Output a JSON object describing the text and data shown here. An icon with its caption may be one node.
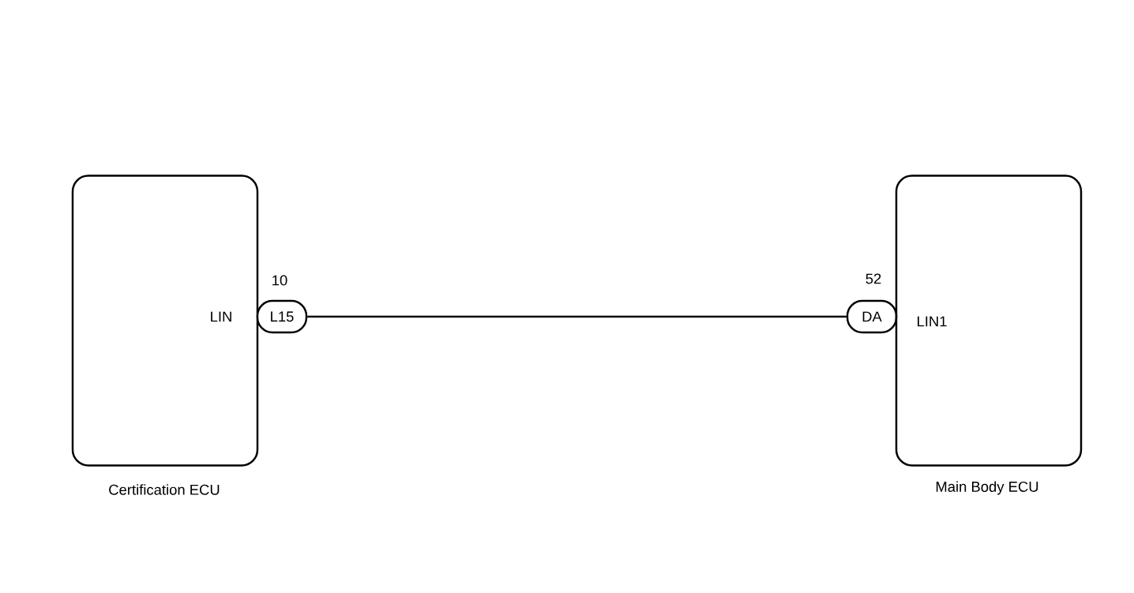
{
  "diagram": {
    "nodes": [
      {
        "text": [
          "LIN",
          "Certification ECU"
        ]
      },
      {
        "text": [
          "L15"
        ],
        "beside": [
          "10"
        ]
      },
      {
        "text": [
          "DA"
        ],
        "beside": [
          "52"
        ]
      },
      {
        "text": [
          "LIN1",
          "Main Body ECU"
        ]
      }
    ],
    "edges": [
      {
        "from": 1,
        "to": 2,
        "arrow": "none"
      }
    ]
  }
}
